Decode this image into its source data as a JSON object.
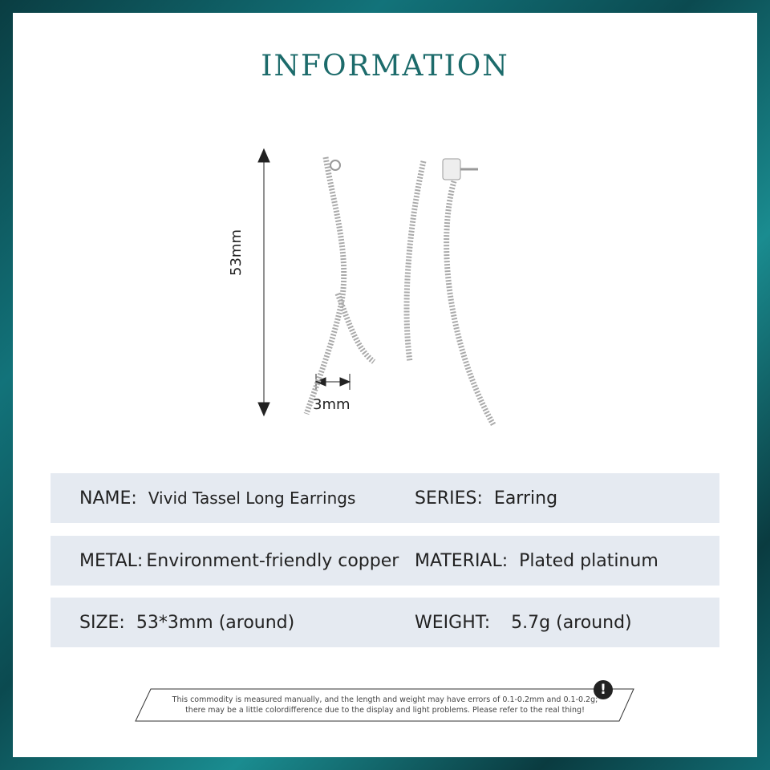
{
  "title": "INFORMATION",
  "dimensions": {
    "height": "53mm",
    "width": "3mm"
  },
  "specs": [
    {
      "label1": "NAME:",
      "value1": "Vivid Tassel Long Earrings",
      "label2": "SERIES:",
      "value2": "Earring"
    },
    {
      "label1": "METAL:",
      "value1": "Environment-friendly copper",
      "label2": "MATERIAL:",
      "value2": "Plated platinum"
    },
    {
      "label1": "SIZE:",
      "value1": "53*3mm (around)",
      "label2": "WEIGHT:",
      "value2": "5.7g (around)"
    }
  ],
  "note": {
    "line1": "This commodity is measured manually, and the length and weight may have errors of 0.1-0.2mm and 0.1-0.2g;",
    "line2": "there may be a little colordifference due to the display and light problems. Please refer to the real thing!",
    "icon": "exclamation-icon"
  },
  "colors": {
    "title": "#1c6b6b",
    "row_bg": "#e5eaf1",
    "frame": "#12737a"
  }
}
